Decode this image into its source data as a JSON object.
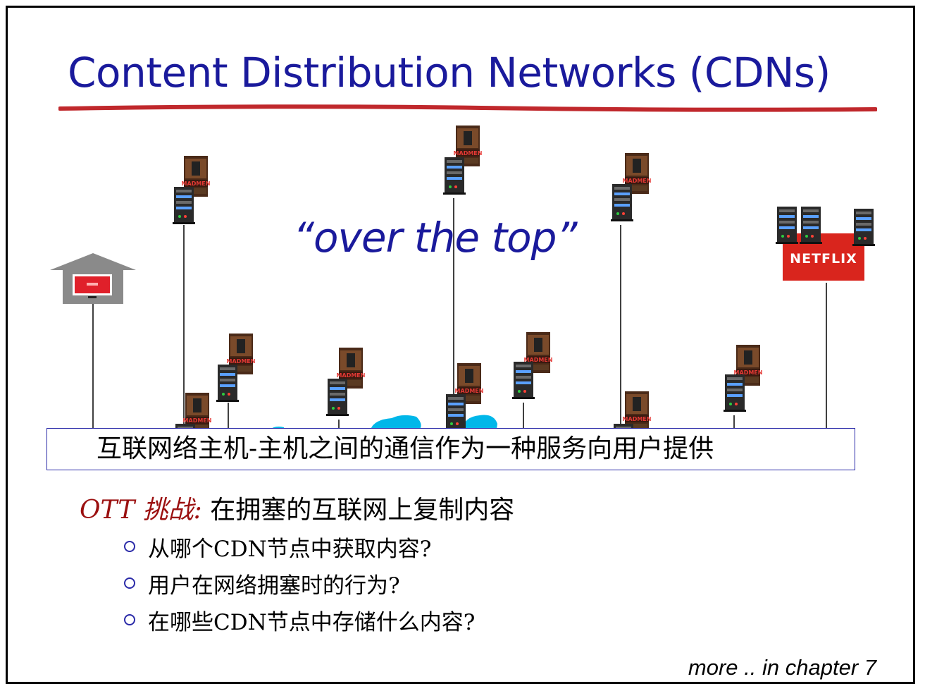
{
  "slide": {
    "title": "Content Distribution Networks (CDNs)",
    "ott_quote": "“over the top”",
    "banner": "互联网络主机-主机之间的通信作为一种服务向用户提供",
    "challenge_label": "OTT 挑战:",
    "challenge_text": "在拥塞的互联网上复制内容",
    "bullets": [
      "从哪个CDN节点中获取内容?",
      "用户在网络拥塞时的行为?",
      "在哪些CDN节点中存储什么内容?"
    ],
    "footer": "more .. in chapter 7"
  },
  "graphics": {
    "poster_text": "MADMEN",
    "netflix_logo_text": "NETFLIX",
    "home_icon": "house-with-tv-icon",
    "server_icon": "server-tower-icon",
    "poster_icon": "mad-men-poster-icon",
    "cloud_icon": "cloud-icon"
  },
  "colors": {
    "title": "#1a1a9c",
    "underline": "#c0282c",
    "challenge_label": "#9b1010",
    "netflix_red": "#e50914",
    "cloud": "#00b7e9",
    "banner_border": "#2a2aa8"
  }
}
